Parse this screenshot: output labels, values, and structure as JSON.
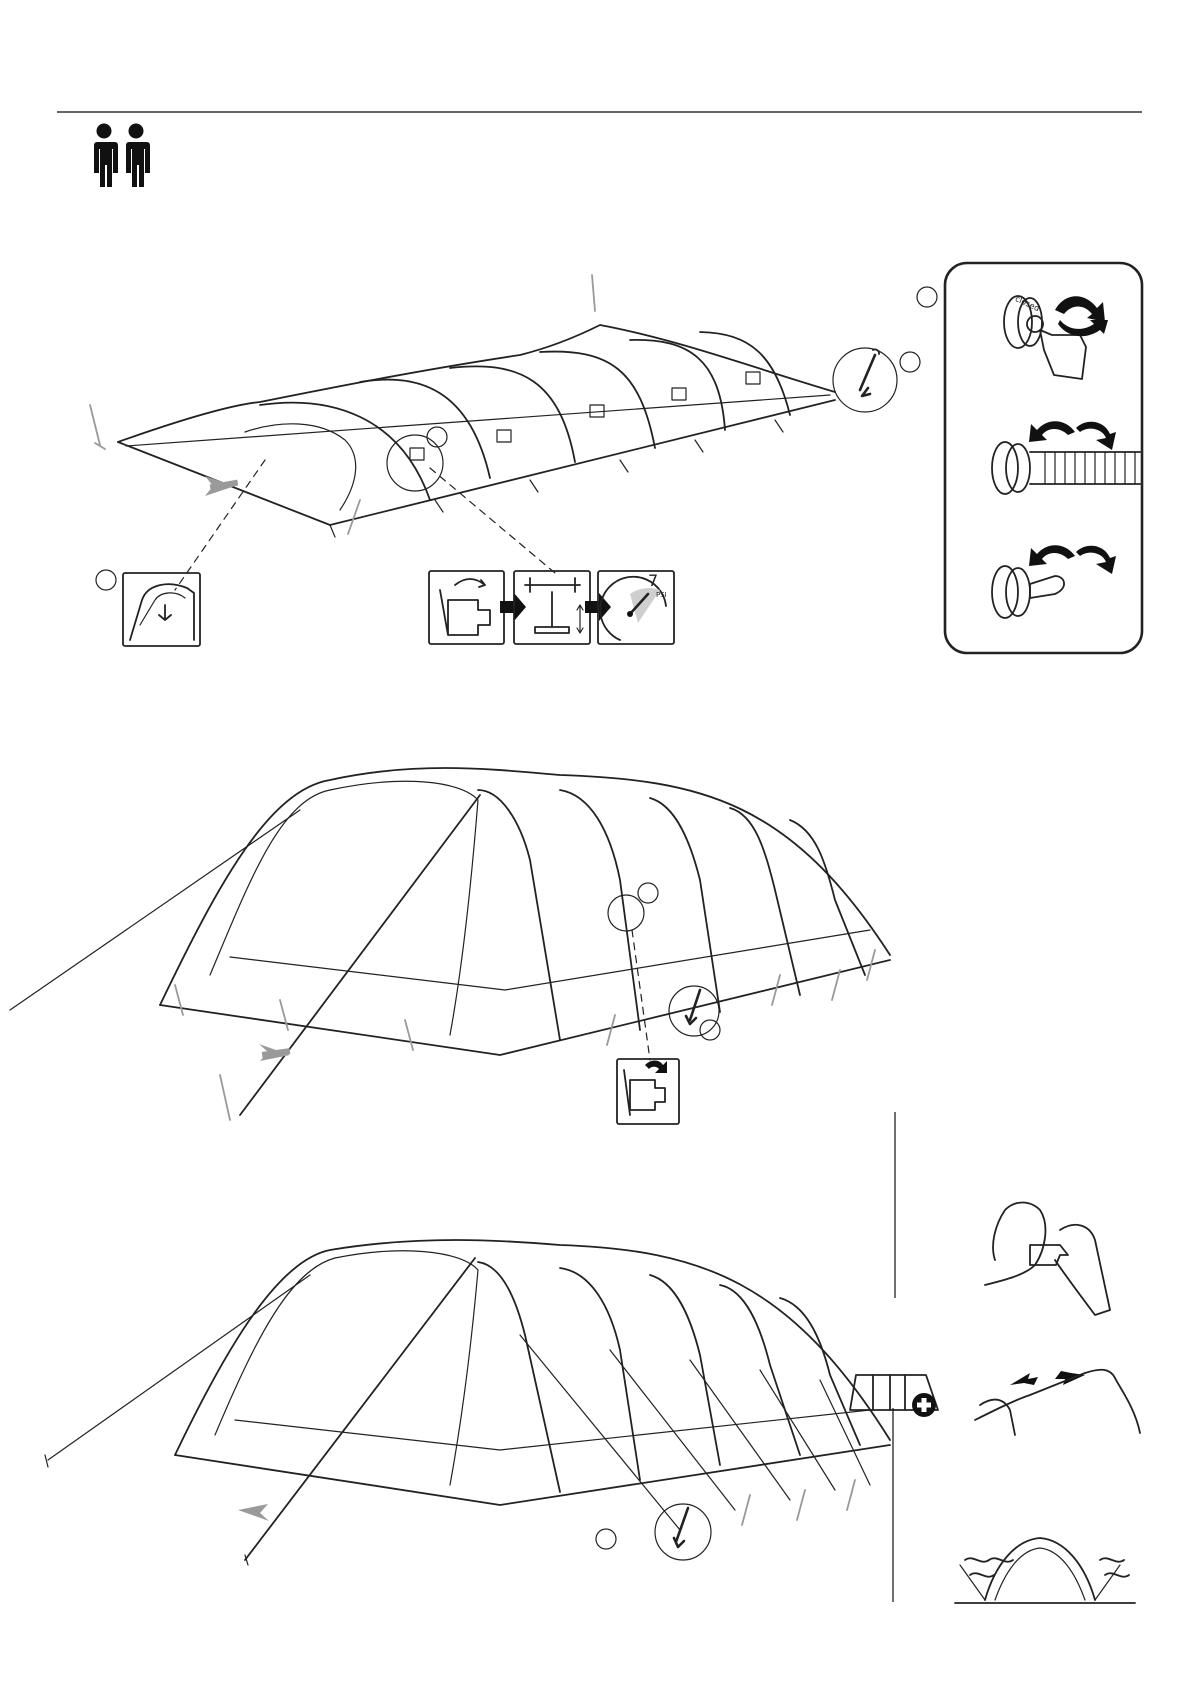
{
  "valve_cap_text": "closed",
  "pressure": {
    "value": "7",
    "unit": "PSI"
  }
}
